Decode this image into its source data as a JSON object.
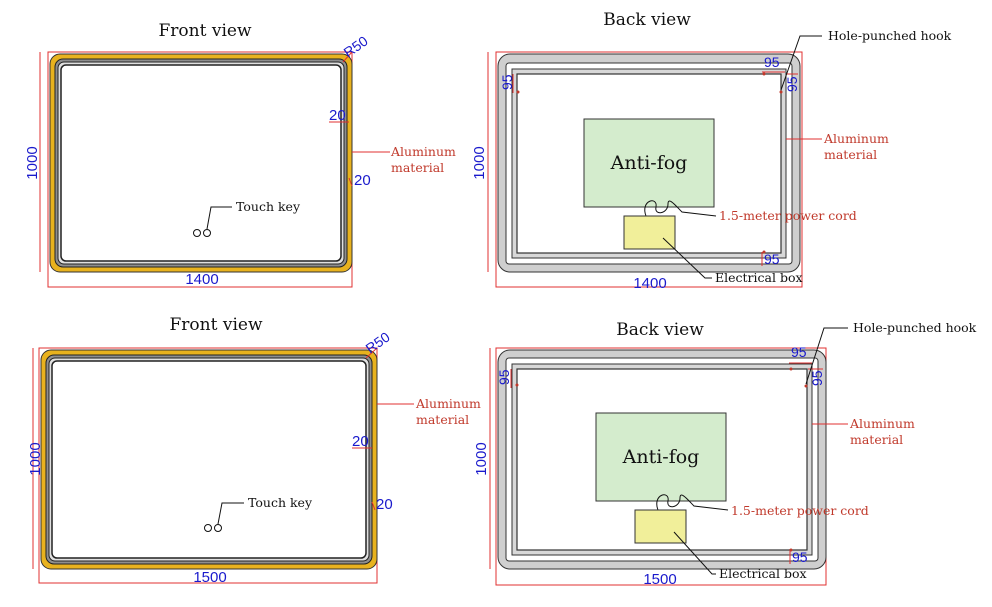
{
  "top_row": {
    "front": {
      "title": "Front view",
      "radius_label": "R50",
      "height_label": "1000",
      "width_label": "1400",
      "edge_label_top": "20",
      "edge_label_side": "20",
      "aluminum_line1": "Aluminum",
      "aluminum_line2": "material",
      "touch_key": "Touch key"
    },
    "back": {
      "title": "Back view",
      "hook": "Hole-punched hook",
      "dim_95_top": "95",
      "dim_95_left": "95",
      "dim_95_right": "95",
      "dim_95_bottom": "95",
      "height_label": "1000",
      "width_label": "1400",
      "aluminum_line1": "Aluminum",
      "aluminum_line2": "material",
      "antifog": "Anti-fog",
      "power_cord": "1.5-meter power cord",
      "electrical_box": "Electrical box"
    }
  },
  "bottom_row": {
    "front": {
      "title": "Front view",
      "radius_label": "R50",
      "height_label": "1000",
      "width_label": "1500",
      "edge_label_top": "20",
      "edge_label_side": "20",
      "aluminum_line1": "Aluminum",
      "aluminum_line2": "material",
      "touch_key": "Touch key"
    },
    "back": {
      "title": "Back view",
      "hook": "Hole-punched hook",
      "dim_95_top": "95",
      "dim_95_left": "95",
      "dim_95_right": "95",
      "dim_95_bottom": "95",
      "height_label": "1000",
      "width_label": "1500",
      "aluminum_line1": "Aluminum",
      "aluminum_line2": "material",
      "antifog": "Anti-fog",
      "power_cord": "1.5-meter power cord",
      "electrical_box": "Electrical box"
    }
  },
  "colors": {
    "aluminum_frame": "#e8b21e",
    "back_frame": "#cfcfcf",
    "antifog_fill": "#d4eccd",
    "box_fill": "#f1ef9a",
    "dimension_text": "#1a1acc",
    "leader_red": "#e03030"
  }
}
